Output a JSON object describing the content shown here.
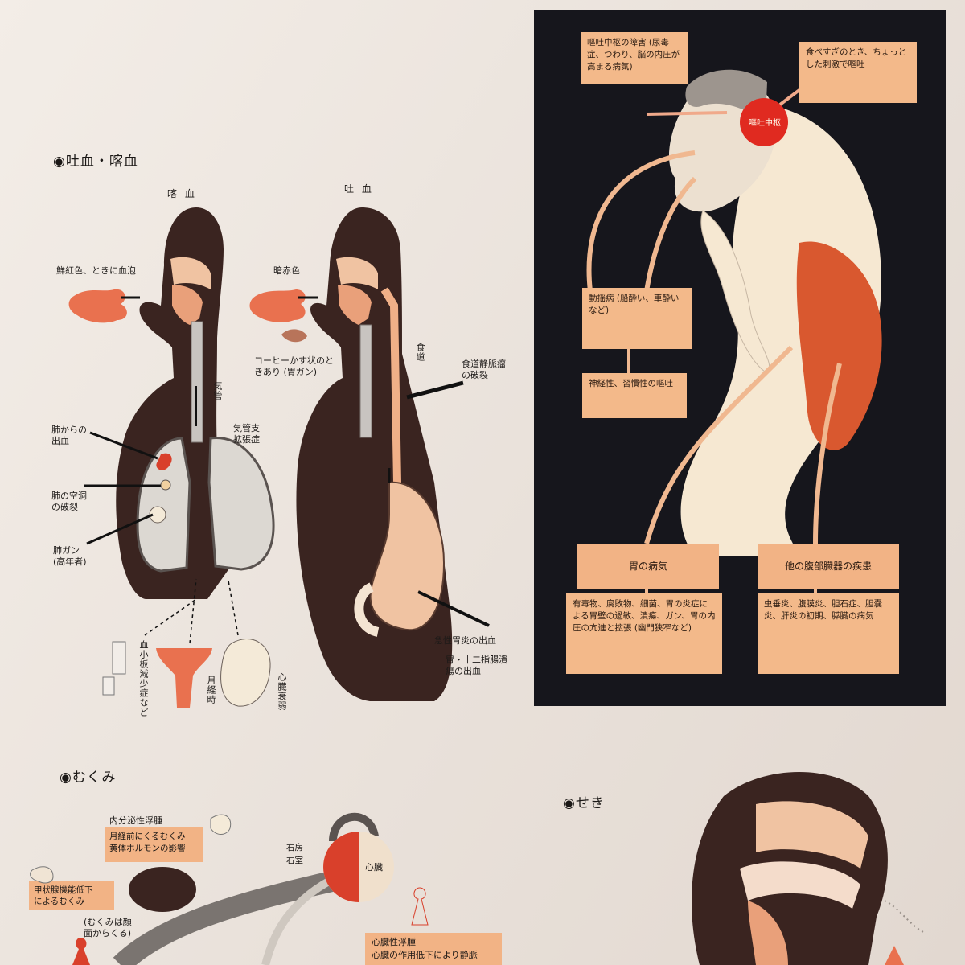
{
  "sections": {
    "hematemesis_title": "◉吐血・喀血",
    "edema_title": "◉むくみ",
    "cough_title": "◉せき"
  },
  "hemoptysis": {
    "heading": "喀 血",
    "color_label": "鮮紅色、ときに血泡",
    "trachea": "気管",
    "bronchiectasis_1": "気管支",
    "bronchiectasis_2": "拡張症",
    "lung_bleed_1": "肺からの",
    "lung_bleed_2": "出血",
    "cavity_1": "肺の空洞",
    "cavity_2": "の破裂",
    "cancer_1": "肺ガン",
    "cancer_2": "(高年者)",
    "platelet": "血小板減少症など",
    "menses": "月経時",
    "heart_failure": "心臓衰弱"
  },
  "hematemesis": {
    "heading": "吐 血",
    "color_label": "暗赤色",
    "coffee_1": "コーヒーかす状のと",
    "coffee_2": "きあり (胃ガン)",
    "esophagus": "食道",
    "varices_1": "食道静脈瘤",
    "varices_2": "の破裂",
    "gastritis": "急性胃炎の出血",
    "ulcer_1": "胃・十二指腸潰",
    "ulcer_2": "瘍の出血"
  },
  "vomiting_panel": {
    "center_lesion": "嘔吐中枢の障害 (尿毒症、つわり、脳の内圧が高まる病気)",
    "overeating": "食べすぎのとき、ちょっとした刺激で嘔吐",
    "vomiting_center": "嘔吐中枢",
    "motion_sickness": "動揺病 (船酔い、車酔いなど)",
    "nervous": "神経性、習慣性の嘔吐",
    "stomach_title": "胃の病気",
    "stomach_body": "有毒物、腐敗物、細菌、胃の炎症による胃壁の過敏、潰瘍、ガン、胃の内圧の亢進と拡張 (幽門狭窄など)",
    "abdominal_title": "他の腹部臓器の疾患",
    "abdominal_body": "虫垂炎、腹膜炎、胆石症、胆嚢炎、肝炎の初期、膵臓の病気"
  },
  "edema": {
    "endocrine": "内分泌性浮腫",
    "premenstrual_1": "月経前にくるむくみ",
    "premenstrual_2": "黄体ホルモンの影響",
    "thyroid_1": "甲状腺機能低下",
    "thyroid_2": "によるむくみ",
    "face_1": "(むくみは顔",
    "face_2": "面からくる)",
    "right_atrium": "右房",
    "right_ventricle": "右室",
    "heart": "心臓",
    "cardiac_edema": "心臓性浮腫",
    "cardiac_sub": "心臓の作用低下により静脈"
  },
  "colors": {
    "accent_red": "#d9402b",
    "salmon": "#e9714f",
    "box_orange": "#f3b98a",
    "dark_panel": "#16161c",
    "body_brown": "#3d2320"
  }
}
